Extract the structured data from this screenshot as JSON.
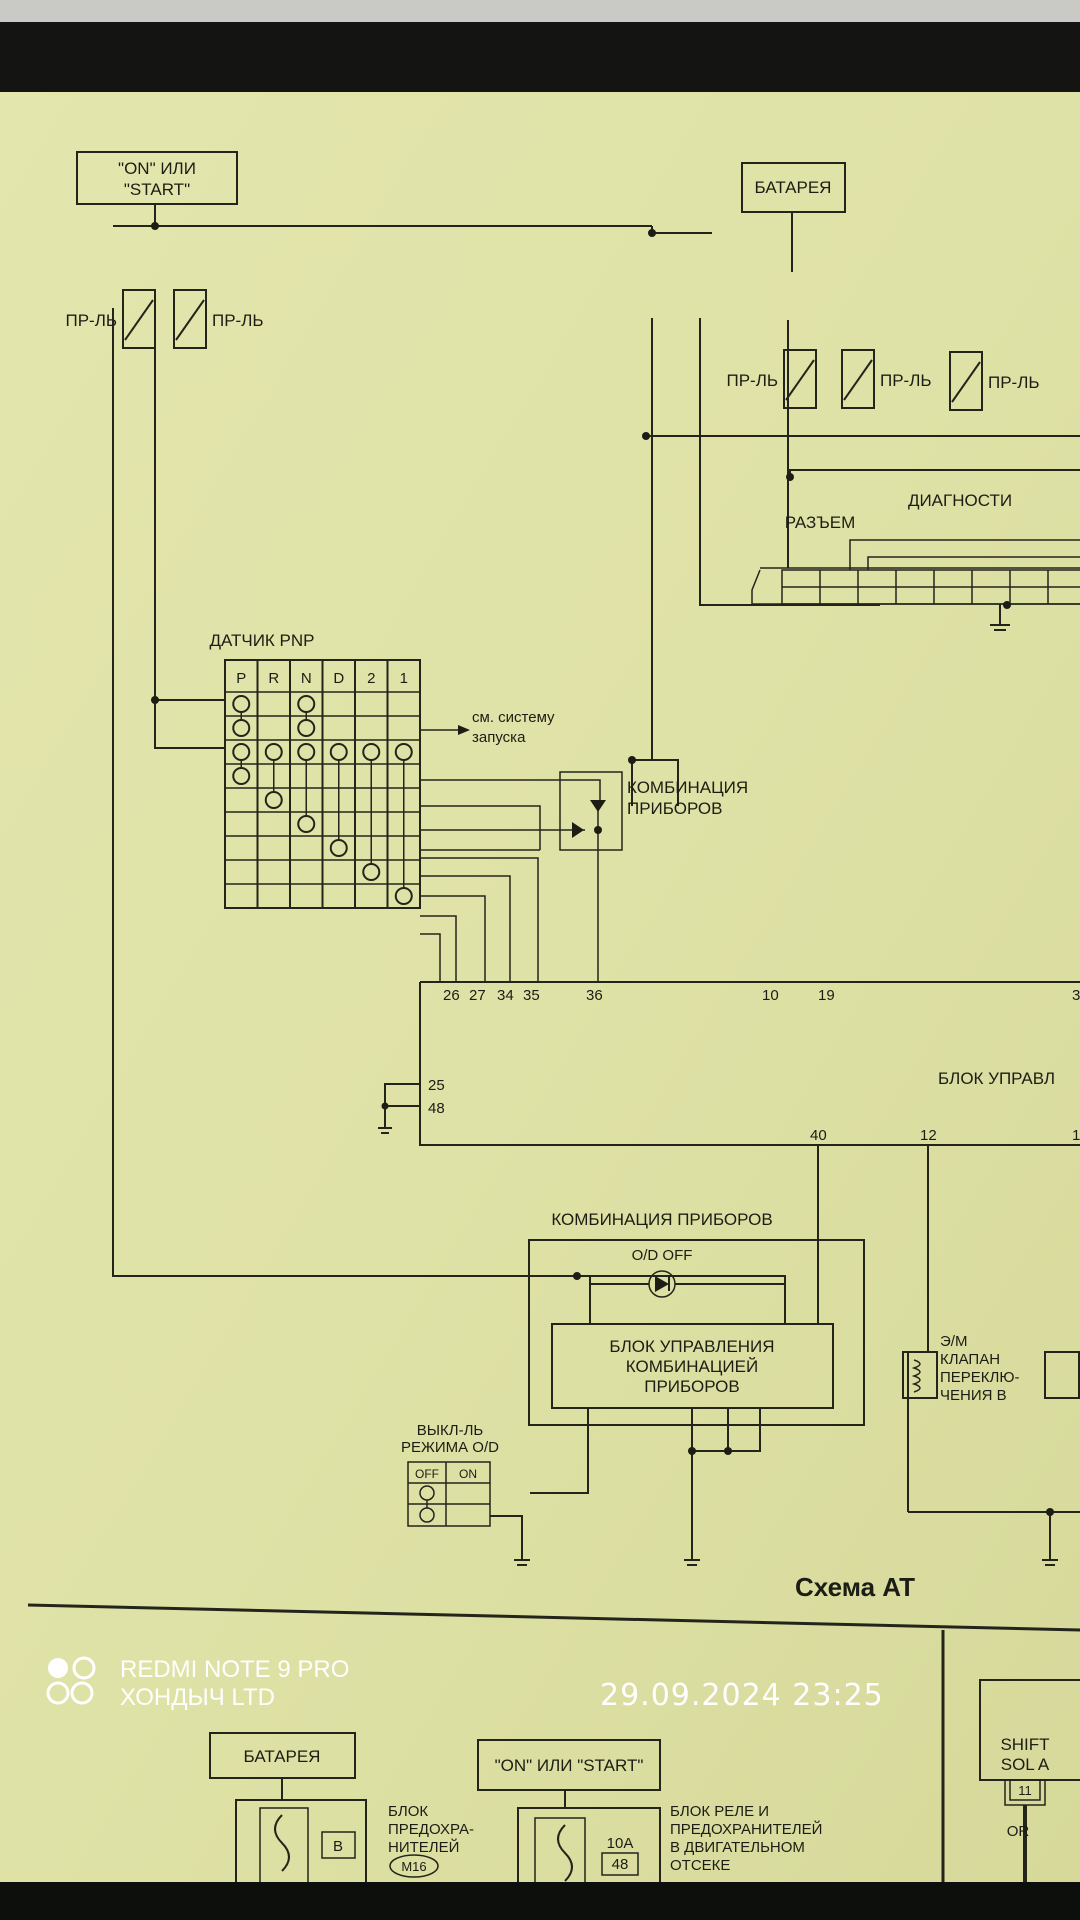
{
  "title": "Схема AT",
  "top": {
    "ignition_label_1": "\"ON\" ИЛИ",
    "ignition_label_2": "\"START\"",
    "battery_label": "БАТАРЕЯ",
    "fuse_label": "ПР-ЛЬ",
    "diag_label_1": "ДИАГНОСТИ",
    "diag_label_2": "РАЗЪЕМ"
  },
  "pnp": {
    "title": "ДАТЧИК PNP",
    "positions": [
      "P",
      "R",
      "N",
      "D",
      "2",
      "1"
    ],
    "start_note_1": "см. систему",
    "start_note_2": "запуска"
  },
  "cluster_top": {
    "label_1": "КОМБИНАЦИЯ",
    "label_2": "ПРИБОРОВ"
  },
  "ecu": {
    "label": "БЛОК УПРАВЛ",
    "pins_top": [
      "26",
      "27",
      "34",
      "35",
      "36",
      "10",
      "19",
      "3"
    ],
    "pins_left": [
      "25",
      "48"
    ],
    "pins_bottom": [
      "40",
      "12",
      "1"
    ]
  },
  "cluster": {
    "title": "КОМБИНАЦИЯ ПРИБОРОВ",
    "od_off": "O/D OFF",
    "inner_1": "БЛОК УПРАВЛЕНИЯ",
    "inner_2": "КОМБИНАЦИЕЙ",
    "inner_3": "ПРИБОРОВ"
  },
  "od_switch": {
    "label_1": "ВЫКЛ-ЛЬ",
    "label_2": "РЕЖИМА O/D",
    "off": "OFF",
    "on": "ON"
  },
  "solenoid": {
    "line_1": "Э/М",
    "line_2": "КЛАПАН",
    "line_3": "ПЕРЕКЛЮ-",
    "line_4": "ЧЕНИЯ B"
  },
  "bottom": {
    "battery_label": "БАТАРЕЯ",
    "fuse_block_1": "БЛОК",
    "fuse_block_2": "ПРЕДОХРА-",
    "fuse_block_3": "НИТЕЛЕЙ",
    "fuse_block_conn": "M16",
    "fuse_b": "B",
    "ignition_label": "\"ON\" ИЛИ \"START\"",
    "fuse_amp": "10A",
    "fuse_num": "48",
    "relay_1": "БЛОК РЕЛЕ И",
    "relay_2": "ПРЕДОХРАНИТЕЛЕЙ",
    "relay_3": "В ДВИГАТЕЛЬНОМ",
    "relay_4": "ОТСЕКЕ",
    "shift_1": "SHIFT",
    "shift_2": "SOL A",
    "shift_pin": "11",
    "wire_color": "OR"
  },
  "watermark": {
    "device": "REDMI NOTE 9 PRO",
    "owner": "ХОНДЫЧ LTD",
    "datetime": "29.09.2024  23:25"
  },
  "colors": {
    "screen": "#dfe2a4",
    "ink": "#23241a"
  }
}
